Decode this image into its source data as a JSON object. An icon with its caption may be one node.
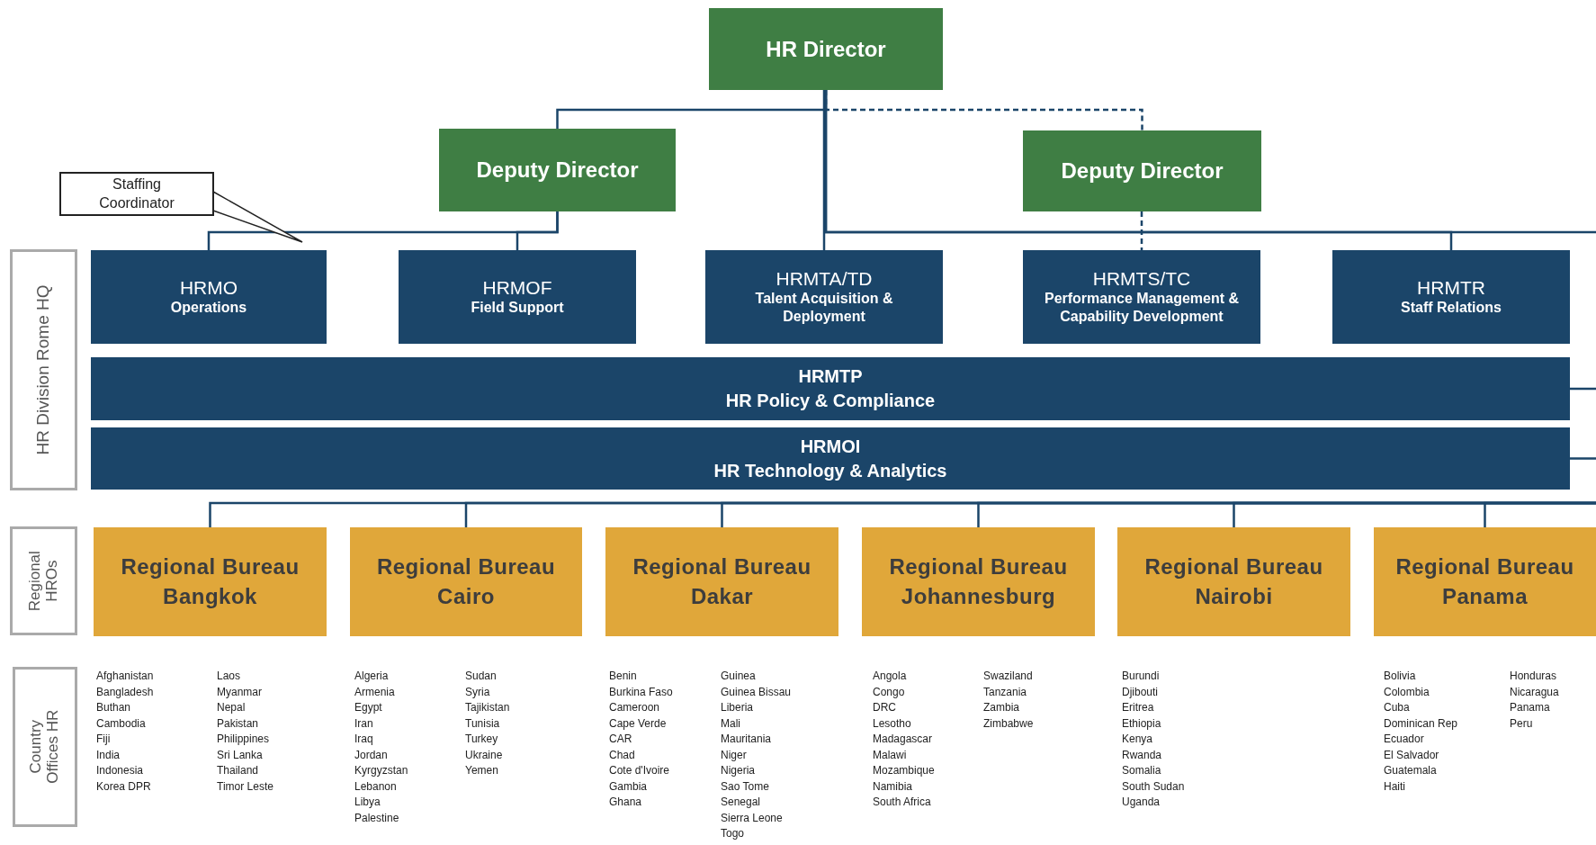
{
  "diagram": {
    "nodes": [
      {
        "text": [
          "HR Director"
        ]
      },
      {
        "text": [
          "Deputy Director"
        ]
      },
      {
        "text": [
          "Deputy Director"
        ]
      },
      {
        "text": [
          "Staffing Coordinator"
        ]
      },
      {
        "text": [
          "HR Division Rome HQ"
        ]
      },
      {
        "text": [
          "HRMO",
          "Operations"
        ]
      },
      {
        "text": [
          "HRMOF",
          "Field Support"
        ]
      },
      {
        "text": [
          "HRMTA/TD",
          "Talent Acquisition & Deployment"
        ]
      },
      {
        "text": [
          "HRMTS/TC",
          "Performance Management & Capability Development"
        ]
      },
      {
        "text": [
          "HRMTR",
          "Staff Relations"
        ]
      },
      {
        "text": [
          "HRMTP",
          "HR Policy & Compliance"
        ]
      },
      {
        "text": [
          "HRMOI",
          "HR Technology & Analytics"
        ]
      },
      {
        "text": [
          "Regional HROs"
        ]
      },
      {
        "text": [
          "Regional Bureau Bangkok"
        ]
      },
      {
        "text": [
          "Regional Bureau Cairo"
        ]
      },
      {
        "text": [
          "Regional Bureau Dakar"
        ]
      },
      {
        "text": [
          "Regional Bureau Johannesburg"
        ]
      },
      {
        "text": [
          "Regional Bureau Nairobi"
        ]
      },
      {
        "text": [
          "Regional Bureau Panama"
        ]
      },
      {
        "text": [
          "Country Offices HR"
        ]
      }
    ],
    "edges": [
      {
        "from": 0,
        "to": 1,
        "arrow": "none"
      },
      {
        "from": 0,
        "to": 2,
        "arrow": "none",
        "style": "dashed"
      },
      {
        "from": 0,
        "to": 7,
        "arrow": "none"
      },
      {
        "from": 0,
        "to": 9,
        "arrow": "none"
      },
      {
        "from": 0,
        "to": null,
        "arrow": "none"
      },
      {
        "from": 1,
        "to": 5,
        "arrow": "none"
      },
      {
        "from": 1,
        "to": 6,
        "arrow": "none"
      },
      {
        "from": 2,
        "to": 8,
        "arrow": "none",
        "style": "dashed"
      },
      {
        "from": 3,
        "to": null,
        "arrow": "to"
      },
      {
        "from": 10,
        "to": null,
        "arrow": "none"
      },
      {
        "from": 11,
        "to": null,
        "arrow": "none"
      },
      {
        "from": null,
        "to": 13,
        "arrow": "none"
      },
      {
        "from": null,
        "to": 14,
        "arrow": "none"
      },
      {
        "from": null,
        "to": 15,
        "arrow": "none"
      },
      {
        "from": null,
        "to": 16,
        "arrow": "none"
      },
      {
        "from": null,
        "to": 17,
        "arrow": "none"
      },
      {
        "from": null,
        "to": 18,
        "arrow": "none"
      }
    ],
    "labels": [
      "Afghanistan",
      "Bangladesh",
      "Buthan",
      "Cambodia",
      "Fiji",
      "India",
      "Indonesia",
      "Korea DPR",
      "Laos",
      "Myanmar",
      "Nepal",
      "Pakistan",
      "Philippines",
      "Sri Lanka",
      "Thailand",
      "Timor Leste",
      "Algeria",
      "Armenia",
      "Egypt",
      "Iran",
      "Iraq",
      "Jordan",
      "Kyrgyzstan",
      "Lebanon",
      "Libya",
      "Palestine",
      "Sudan",
      "Syria",
      "Tajikistan",
      "Tunisia",
      "Turkey",
      "Ukraine",
      "Yemen",
      "Benin",
      "Burkina Faso",
      "Cameroon",
      "Cape Verde",
      "CAR",
      "Chad",
      "Cote d'Ivoire",
      "Gambia",
      "Ghana",
      "Guinea",
      "Guinea Bissau",
      "Liberia",
      "Mali",
      "Mauritania",
      "Niger",
      "Nigeria",
      "Sao Tome",
      "Senegal",
      "Sierra Leone",
      "Togo",
      "Angola",
      "Congo",
      "DRC",
      "Lesotho",
      "Madagascar",
      "Malawi",
      "Mozambique",
      "Namibia",
      "South Africa",
      "Swaziland",
      "Tanzania",
      "Zambia",
      "Zimbabwe",
      "Burundi",
      "Djibouti",
      "Eritrea",
      "Ethiopia",
      "Kenya",
      "Rwanda",
      "Somalia",
      "South Sudan",
      "Uganda",
      "Bolivia",
      "Colombia",
      "Cuba",
      "Dominican Rep",
      "Ecuador",
      "El Salvador",
      "Guatemala",
      "Haiti",
      "Honduras",
      "Nicaragua",
      "Panama",
      "Peru"
    ]
  }
}
